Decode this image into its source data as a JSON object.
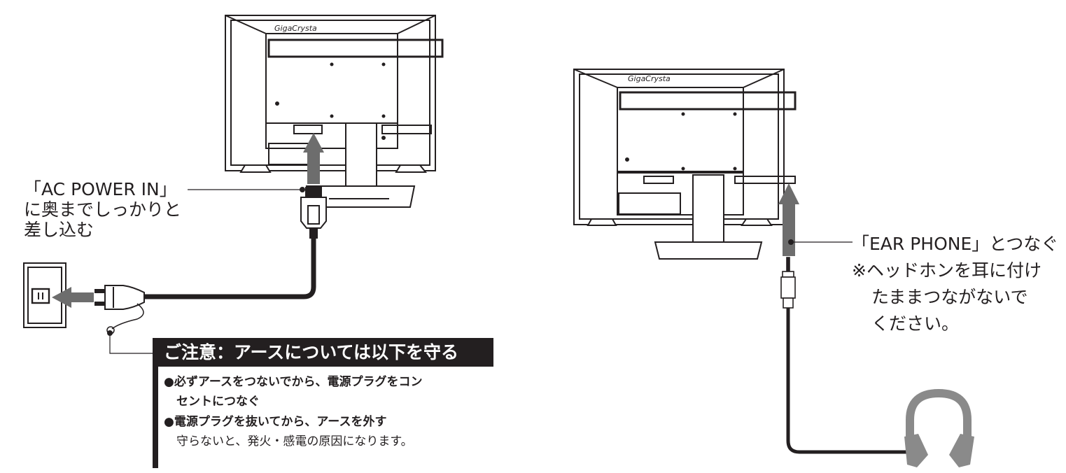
{
  "monitor": {
    "brand_logo": "GigaCrysta"
  },
  "left_callout": {
    "line1": "「AC POWER IN」",
    "line2": "に奥までしっかりと",
    "line3": "差し込む"
  },
  "caution": {
    "title": "ご注意：アースについては以下を守る",
    "bullet1_line1": "●必ずアースをつないでから、電源プラグをコン",
    "bullet1_line2": "セントにつなぐ",
    "bullet2": "●電源プラグを抜いてから、アースを外す",
    "note": "守らないと、発火・感電の原因になります。"
  },
  "right_callout": {
    "line1": "「EAR PHONE」とつなぐ",
    "line2": "※ヘッドホンを耳に付け",
    "line3": "たままつながないで",
    "line4": "ください。"
  },
  "colors": {
    "line": "#231f20",
    "arrow": "#6d6d6d",
    "headphone": "#8a8a8a",
    "panel": "#231f20"
  }
}
